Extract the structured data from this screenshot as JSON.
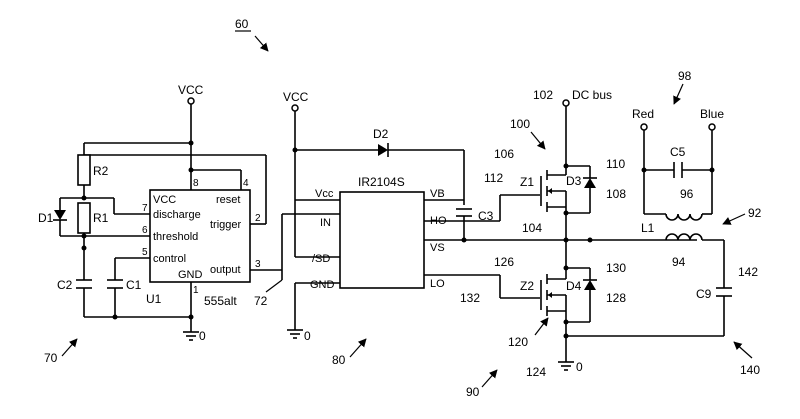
{
  "figure": {
    "ref_main": "60",
    "ref_timer": "70",
    "ref_driver": "80",
    "ref_stage": "90",
    "ref_coupler": "98",
    "ref_high": "100",
    "ref_low": "120",
    "ref_dc": "102",
    "ref_mid": "104",
    "ref_z1": "106",
    "ref_d3a": "110",
    "ref_d3b": "108",
    "ref_ho": "112",
    "ref_z2": "126",
    "ref_d4a": "130",
    "ref_d4b": "128",
    "ref_lo": "132",
    "ref_gnd": "124",
    "ref_out": "72",
    "ref_l": "94",
    "ref_l2": "96",
    "ref_92": "92",
    "ref_c9": "142",
    "ref_140": "140"
  },
  "timer": {
    "name": "U1",
    "part": "555alt",
    "pins": {
      "vcc": "VCC",
      "discharge": "discharge",
      "threshold": "threshold",
      "control": "control",
      "gnd": "GND",
      "reset": "reset",
      "trigger": "trigger",
      "output": "output"
    },
    "pin_nums": {
      "p8": "8",
      "p4": "4",
      "p7": "7",
      "p6": "6",
      "p5": "5",
      "p1": "1",
      "p2": "2",
      "p3": "3"
    }
  },
  "driver": {
    "part": "IR2104S",
    "pins": {
      "vcc": "Vcc",
      "in": "IN",
      "sd": "/SD",
      "gnd": "GND",
      "vb": "VB",
      "ho": "HO",
      "vs": "VS",
      "lo": "LO"
    }
  },
  "components": {
    "r2": "R2",
    "r1": "R1",
    "d1": "D1",
    "c2": "C2",
    "c1": "C1",
    "d2": "D2",
    "c3": "C3",
    "z1": "Z1",
    "z2": "Z2",
    "d3": "D3",
    "d4": "D4",
    "c5": "C5",
    "l1": "L1",
    "c9": "C9"
  },
  "nets": {
    "vcc1": "VCC",
    "vcc2": "VCC",
    "dcbus": "DC bus",
    "gnd1": "0",
    "gnd2": "0",
    "gnd3": "0",
    "red": "Red",
    "blue": "Blue"
  }
}
